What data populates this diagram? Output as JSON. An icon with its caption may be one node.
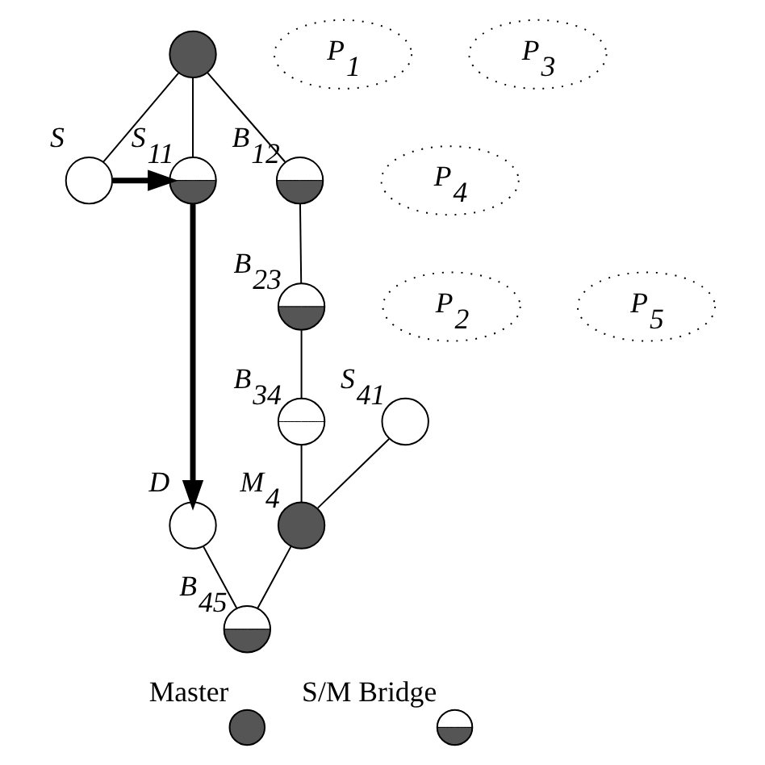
{
  "diagram": {
    "nodes": [
      {
        "text": [],
        "shape": "circle"
      },
      {
        "text": [],
        "shape": "circle",
        "beside": [
          "S"
        ]
      },
      {
        "text": [],
        "shape": "circle",
        "beside": [
          "S$_{11}$"
        ]
      },
      {
        "text": [],
        "shape": "circle",
        "beside": [
          "B$_{12}$"
        ]
      },
      {
        "text": [],
        "shape": "circle",
        "beside": [
          "B$_{23}$"
        ]
      },
      {
        "text": [],
        "shape": "circle",
        "beside": [
          "D"
        ]
      },
      {
        "text": [],
        "shape": "circle",
        "beside": [
          "B$_{34}$"
        ]
      },
      {
        "text": [],
        "shape": "circle",
        "beside": [
          "S$_{41}$"
        ]
      },
      {
        "text": [],
        "shape": "circle",
        "beside": [
          "M$_{4}$"
        ]
      },
      {
        "text": [],
        "shape": "circle",
        "beside": [
          "B$_{45}$"
        ]
      },
      {
        "text": [
          "P$_{1}$"
        ]
      },
      {
        "text": [
          "P$_{2}$"
        ]
      },
      {
        "text": [
          "P$_{3}$"
        ]
      },
      {
        "text": [
          "P$_{4}$"
        ]
      },
      {
        "text": [
          "P$_{5}$"
        ]
      }
    ],
    "edges": [
      {
        "from": 0,
        "to": 1,
        "arrow": "none"
      },
      {
        "from": 0,
        "to": 3,
        "arrow": "none"
      },
      {
        "from": 0,
        "to": 2,
        "arrow": "none"
      },
      {
        "from": 1,
        "to": 2,
        "arrow": "to",
        "style": "thick"
      },
      {
        "from": 2,
        "to": 5,
        "arrow": "to",
        "style": "thick"
      },
      {
        "from": 3,
        "to": 4,
        "arrow": "none"
      },
      {
        "from": 4,
        "to": 6,
        "arrow": "none"
      },
      {
        "from": 6,
        "to": 8,
        "arrow": "none"
      },
      {
        "from": 7,
        "to": 8,
        "arrow": "none"
      },
      {
        "from": 8,
        "to": 9,
        "arrow": "none"
      },
      {
        "from": 5,
        "to": 9,
        "arrow": "none"
      }
    ],
    "legend": [
      {
        "text": "Master"
      },
      {
        "text": "S/M Bridge"
      }
    ]
  }
}
